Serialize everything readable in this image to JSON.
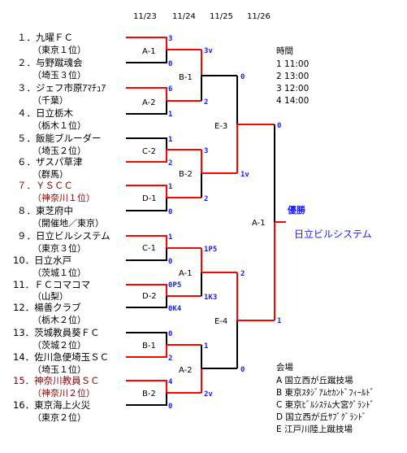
{
  "dates": [
    "11/23",
    "11/24",
    "11/25",
    "11/26"
  ],
  "teams": [
    {
      "name": "１．九曜ＦＣ",
      "sub": "（東京１位）",
      "highlight": false
    },
    {
      "name": "２．与野蹴魂会",
      "sub": "（埼玉３位）",
      "highlight": false
    },
    {
      "name": "３．ジェフ市原ｱﾏﾁｭｱ",
      "sub": "（千葉）",
      "highlight": false
    },
    {
      "name": "４．日立栃木",
      "sub": "（栃木１位）",
      "highlight": false
    },
    {
      "name": "５．飯能ブルーダー",
      "sub": "（埼玉２位）",
      "highlight": false
    },
    {
      "name": "６．ザスパ草津",
      "sub": "（群馬）",
      "highlight": false
    },
    {
      "name": "７．ＹＳＣＣ",
      "sub": "（神奈川１位）",
      "highlight": true
    },
    {
      "name": "８．東芝府中",
      "sub": "（開催地／東京）",
      "highlight": false
    },
    {
      "name": "９．日立ビルシステム",
      "sub": "（東京３位）",
      "highlight": false
    },
    {
      "name": "10．日立水戸",
      "sub": "（茨城１位）",
      "highlight": false
    },
    {
      "name": "11．ＦＣコマコマ",
      "sub": "（山梨）",
      "highlight": false
    },
    {
      "name": "12．楊善クラブ",
      "sub": "（栃木２位）",
      "highlight": false
    },
    {
      "name": "13．茨城教員葵ＦＣ",
      "sub": "（茨城２位）",
      "highlight": false
    },
    {
      "name": "14．佐川急便埼玉ＳＣ",
      "sub": "（埼玉１位）",
      "highlight": false
    },
    {
      "name": "15．神奈川教員ＳＣ",
      "sub": "（神奈川２位）",
      "highlight": true
    },
    {
      "name": "16．東京海上火災",
      "sub": "（東京２位）",
      "highlight": false
    }
  ],
  "round1_scores": [
    "3",
    "0",
    "6",
    "1",
    "1",
    "2",
    "1",
    "0",
    "1",
    "0",
    "0P5",
    "0K4",
    "0",
    "2",
    "4",
    "0"
  ],
  "round1_labels": [
    "A-1",
    "A-2",
    "C-2",
    "D-1",
    "C-1",
    "D-2",
    "B-1",
    "B-2"
  ],
  "round2_scores": [
    "3v",
    "2",
    "3",
    "2",
    "1P5",
    "1K3",
    "1",
    "2v"
  ],
  "round2_labels": [
    "B-1",
    "B-2",
    "A-1",
    "A-2"
  ],
  "round3_scores": [
    "0",
    "1v",
    "2",
    "0"
  ],
  "round3_labels": [
    "E-3",
    "E-4"
  ],
  "final_scores": [
    "0",
    "1"
  ],
  "final_label": "A-1",
  "winner_label": "優勝",
  "winner_name": "日立ビルシステム",
  "schedule": {
    "title": "時間",
    "items": [
      "1  11:00",
      "2  13:00",
      "3  12:00",
      "4  14:00"
    ]
  },
  "venues": {
    "title": "会場",
    "items": [
      "A 国立西が丘蹴技場",
      "B 東京ｽﾀｼﾞｱﾑｾｶﾝﾄﾞﾌｨｰﾙﾄﾞ",
      "C 東京ﾋﾞﾙｼｽﾃﾑ大宮ｸﾞﾗﾝﾄﾞ",
      "D 国立西が丘ｻﾌﾞｸﾞﾗﾝﾄﾞ",
      "E 江戸川陸上蹴技場"
    ]
  },
  "colors": {
    "winner_line": "#ff0000",
    "loser_line": "#000000",
    "score": "#1a1aff",
    "highlight_team": "#8B0000"
  }
}
